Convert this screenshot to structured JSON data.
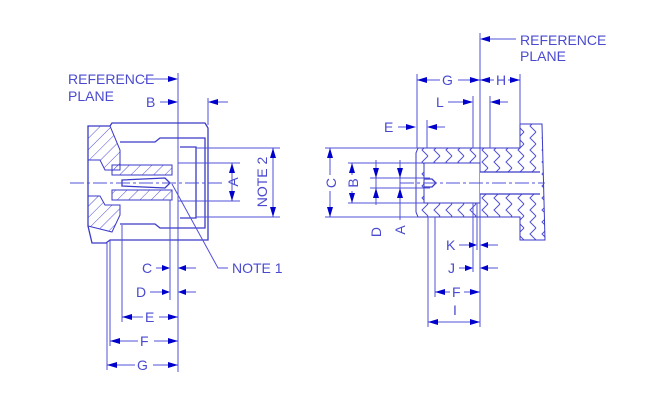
{
  "left_view": {
    "reference_label": [
      "REFERENCE",
      "PLANE"
    ],
    "dims": {
      "A": "A",
      "B": "B",
      "C": "C",
      "D": "D",
      "E": "E",
      "F": "F",
      "G": "G"
    },
    "note1": "NOTE 1",
    "note2": "NOTE 2"
  },
  "right_view": {
    "reference_label": [
      "REFERENCE",
      "PLANE"
    ],
    "dims": {
      "A": "A",
      "B": "B",
      "C": "C",
      "D": "D",
      "E": "E",
      "F": "F",
      "G": "G",
      "H": "H",
      "I": "I",
      "J": "J",
      "K": "K",
      "L": "L"
    }
  },
  "colors": {
    "line": "#5050d8",
    "arrow": "#0000cc"
  }
}
